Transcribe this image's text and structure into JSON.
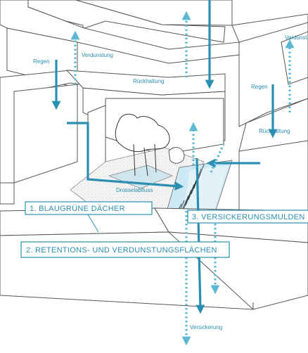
{
  "labels": {
    "regen_1": "Regen",
    "regen_2": "Regen",
    "verdunstung_1": "Verdunstung",
    "verdunstung_2": "Verdunst",
    "rueckhaltung_1": "Rückhaltung",
    "rueckhaltung_2": "Rückhaltung",
    "drosselabfluss": "Drosselabfluss",
    "versickerung": "Versickerung"
  },
  "boxes": {
    "blaugruene_daecher": "1. BLAUGRÜNE DÄCHER",
    "retentionsflaechen": "2. RETENTIONS- UND VERDUNSTUNGSFLÄCHEN",
    "versickerungsmulden": "3. VERSICKERUNGSMULDEN"
  },
  "colors": {
    "accent": "#2a8fb0",
    "roof_stripes": "#7fc9a8",
    "water": "#bfe3f2",
    "gravel": "#e8e8e8",
    "lines": "#555555"
  }
}
